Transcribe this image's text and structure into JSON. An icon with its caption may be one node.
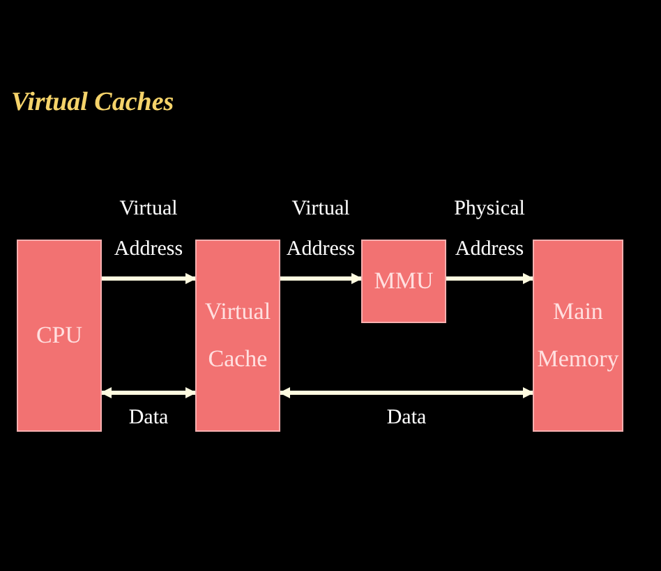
{
  "diagram": {
    "title": "Virtual Caches",
    "nodes": [
      {
        "text": [
          "CPU"
        ]
      },
      {
        "text": [
          "Virtual Cache"
        ]
      },
      {
        "text": [
          "MMU"
        ]
      },
      {
        "text": [
          "Main Memory"
        ]
      }
    ],
    "edges": [
      {
        "from": 0,
        "to": 1,
        "arrow": "to",
        "label": "Virtual Address"
      },
      {
        "from": 1,
        "to": 2,
        "arrow": "to",
        "label": "Virtual Address"
      },
      {
        "from": 2,
        "to": 3,
        "arrow": "to",
        "label": "Physical Address"
      },
      {
        "from": 0,
        "to": 1,
        "arrow": "both",
        "label": "Data"
      },
      {
        "from": 1,
        "to": 3,
        "arrow": "both",
        "label": "Data"
      }
    ]
  }
}
